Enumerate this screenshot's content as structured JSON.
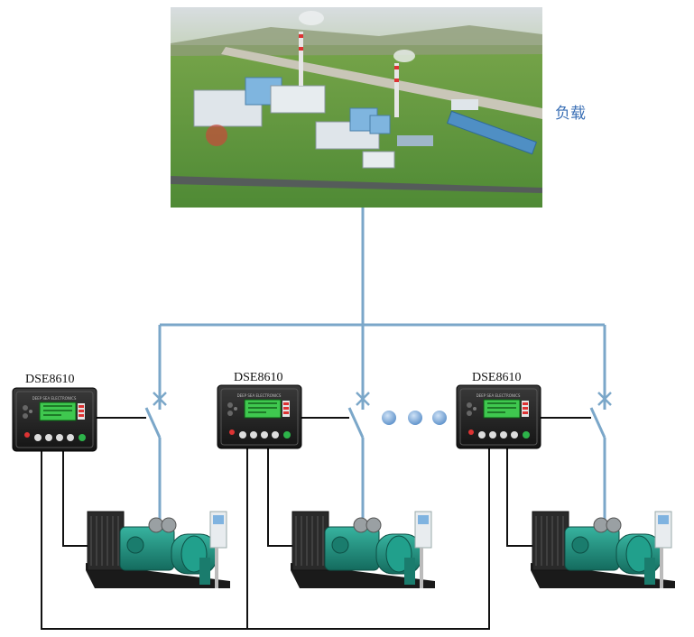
{
  "load": {
    "label": "负载",
    "image_subject": "power-plant-aerial-image"
  },
  "units": [
    {
      "controller_label": "DSE8610"
    },
    {
      "controller_label": "DSE8610"
    },
    {
      "controller_label": "DSE8610"
    }
  ],
  "ellipsis_dots": 3,
  "colors": {
    "bus_line": "#7ba7c9",
    "control_wire": "#111111",
    "load_label": "#3a6fb5",
    "ellipsis_dot": "#6f9fd2",
    "genset_body": "#1f8f7e",
    "controller_screen": "#3fc84f"
  }
}
